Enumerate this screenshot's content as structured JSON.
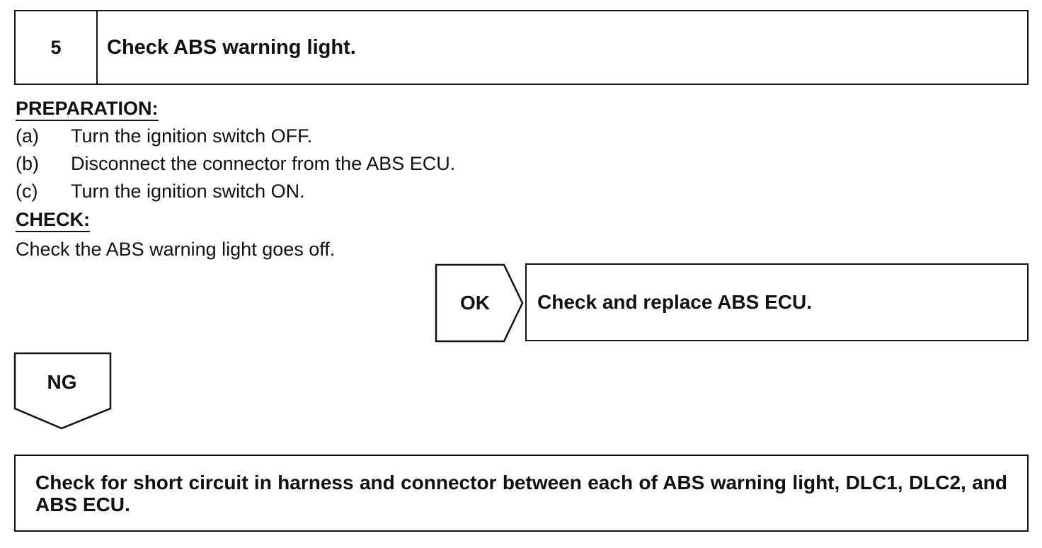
{
  "step": {
    "number": "5",
    "title": "Check ABS warning light."
  },
  "preparation": {
    "heading": "PREPARATION:",
    "items": [
      {
        "letter": "(a)",
        "text": "Turn the ignition switch OFF."
      },
      {
        "letter": "(b)",
        "text": "Disconnect the connector from the ABS ECU."
      },
      {
        "letter": "(c)",
        "text": "Turn the ignition switch ON."
      }
    ]
  },
  "check": {
    "heading": "CHECK:",
    "text": "Check the ABS warning light goes off."
  },
  "ok_branch": {
    "label": "OK",
    "result": "Check and replace ABS ECU."
  },
  "ng_branch": {
    "label": "NG",
    "result": "Check for short circuit in harness and connector between each of ABS warning light, DLC1, DLC2, and ABS ECU."
  }
}
